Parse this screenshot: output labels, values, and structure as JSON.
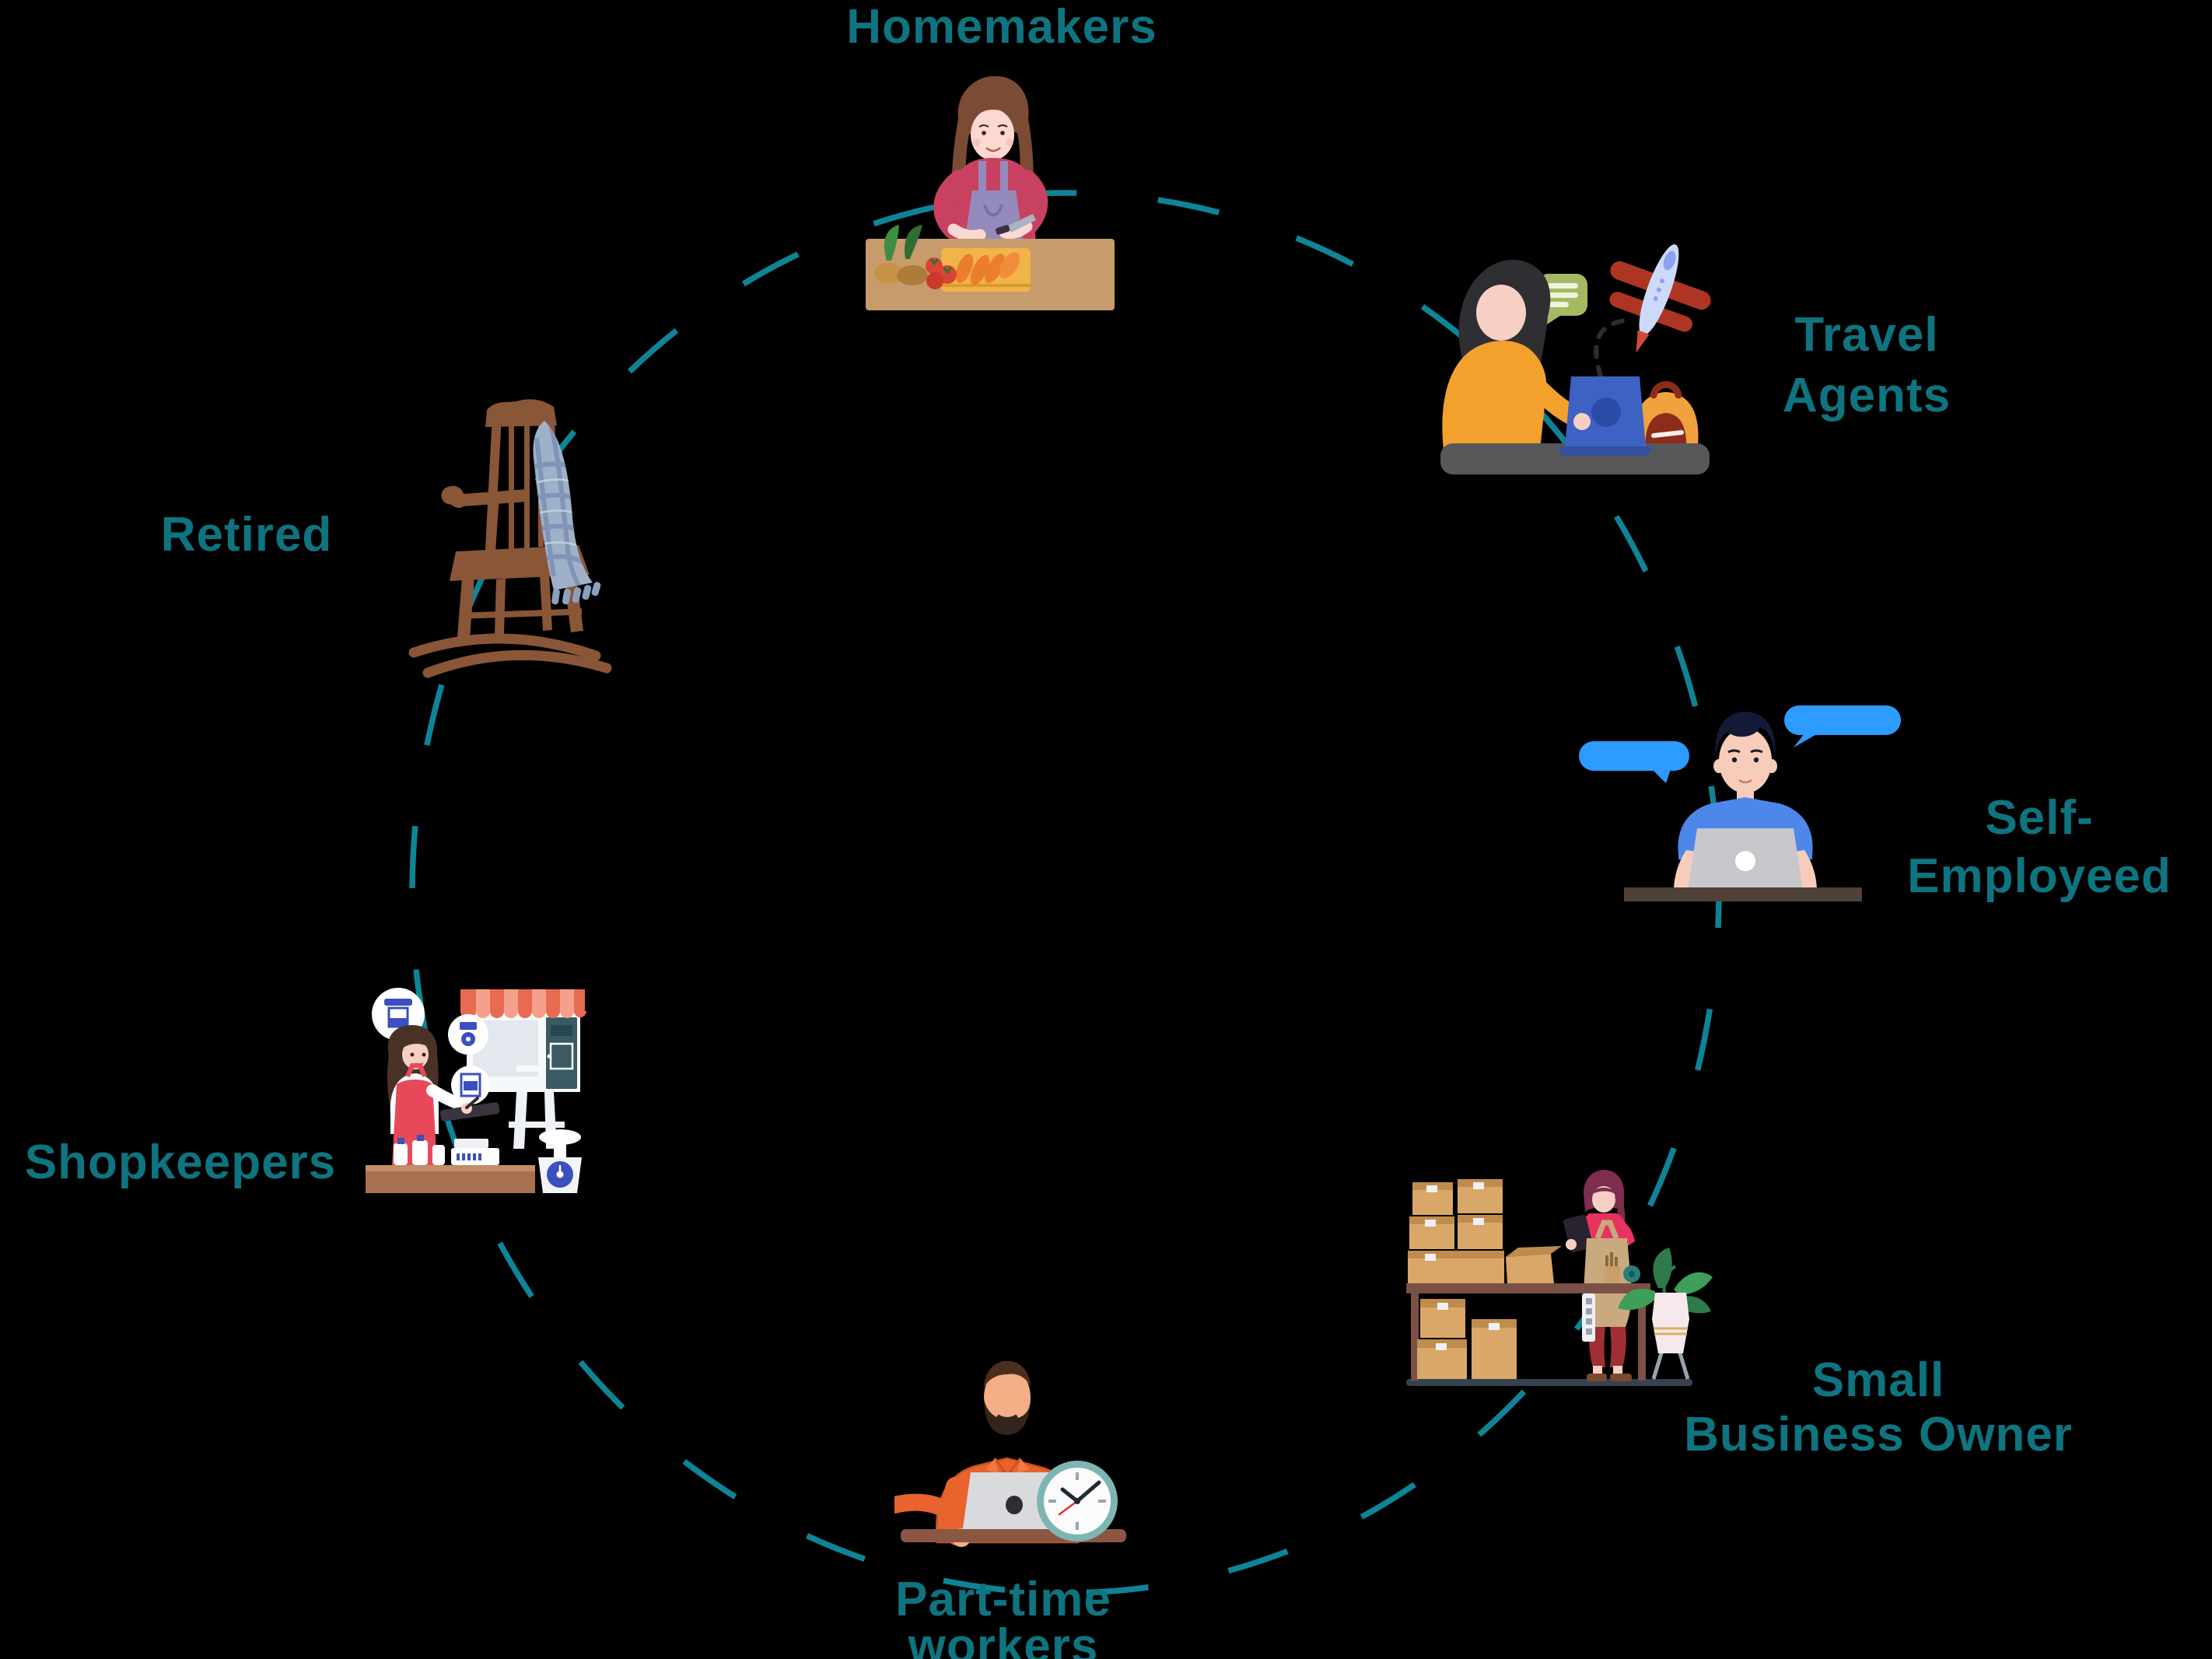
{
  "diagram": {
    "background_color": "#000000",
    "label_color": "#0e7480",
    "connector": {
      "style": "dashed-ellipse",
      "color": "#0e8496"
    },
    "items": [
      {
        "id": "homemakers",
        "label_lines": [
          "Homemakers"
        ],
        "icon": "woman-chopping-vegetables-illustration"
      },
      {
        "id": "travel-agents",
        "label_lines": [
          "Travel",
          "Agents"
        ],
        "icon": "travel-agent-laptop-airplane-illustration"
      },
      {
        "id": "self-employeed",
        "label_lines": [
          "Self-",
          "Employeed"
        ],
        "icon": "man-laptop-chat-bubbles-illustration"
      },
      {
        "id": "small-business-owner",
        "label_lines": [
          "Small",
          "Business Owner"
        ],
        "icon": "owner-checking-inventory-boxes-illustration"
      },
      {
        "id": "part-time-workers",
        "label_lines": [
          "Part-time",
          "workers"
        ],
        "icon": "man-laptop-clock-illustration"
      },
      {
        "id": "shopkeepers",
        "label_lines": [
          "Shopkeepers"
        ],
        "icon": "shopkeeper-store-counter-illustration"
      },
      {
        "id": "retired",
        "label_lines": [
          "Retired"
        ],
        "icon": "rocking-chair-blanket-illustration"
      }
    ]
  }
}
